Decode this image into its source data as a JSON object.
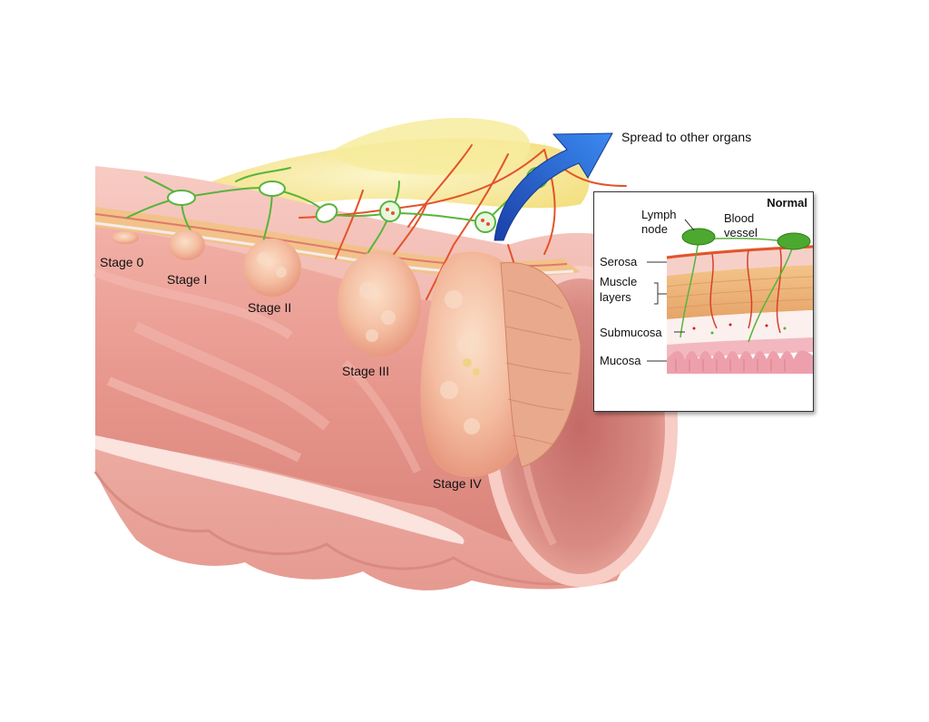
{
  "spread_label": "Spread to other organs",
  "stages": [
    {
      "label": "Stage 0"
    },
    {
      "label": "Stage I"
    },
    {
      "label": "Stage II"
    },
    {
      "label": "Stage III"
    },
    {
      "label": "Stage IV"
    }
  ],
  "inset": {
    "title": "Normal",
    "lymph_node_line1": "Lymph",
    "lymph_node_line2": "node",
    "blood_vessel_line1": "Blood",
    "blood_vessel_line2": "vessel",
    "layers": {
      "serosa": "Serosa",
      "muscle_line1": "Muscle",
      "muscle_line2": "layers",
      "submucosa": "Submucosa",
      "mucosa": "Mucosa"
    }
  },
  "colors": {
    "mucosa_pink": "#e79a92",
    "tissue_wall": "#f3b7ae",
    "tumor": "#f6c4a6",
    "fat": "#f5e58e",
    "blood_vessel": "#e2542a",
    "lymph": "#58b43a",
    "arrow": "#1f5fd0"
  }
}
